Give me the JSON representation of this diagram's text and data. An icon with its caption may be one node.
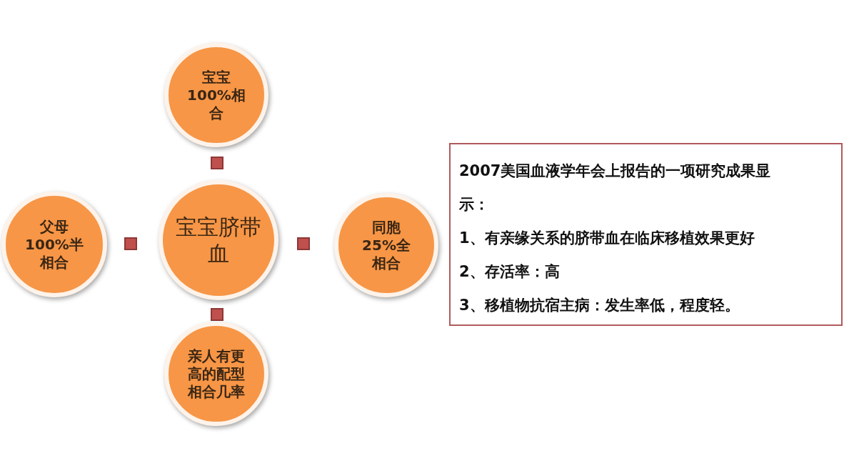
{
  "diagram": {
    "nodes": [
      {
        "text": [
          "宝宝脐带血"
        ]
      },
      {
        "text": [
          "宝宝 100%相合"
        ]
      },
      {
        "text": [
          "父母 100%半相合"
        ]
      },
      {
        "text": [
          "同胞 25%全相合"
        ]
      },
      {
        "text": [
          "亲人有更高的配型相合几率"
        ]
      },
      {
        "text": [
          "2007美国血液学年会上报告的一项研究成果显示：",
          "1、有亲缘关系的脐带血在临床移植效果更好",
          "2、存活率：高",
          "3、移植物抗宿主病：发生率低，程度轻。"
        ]
      }
    ]
  }
}
